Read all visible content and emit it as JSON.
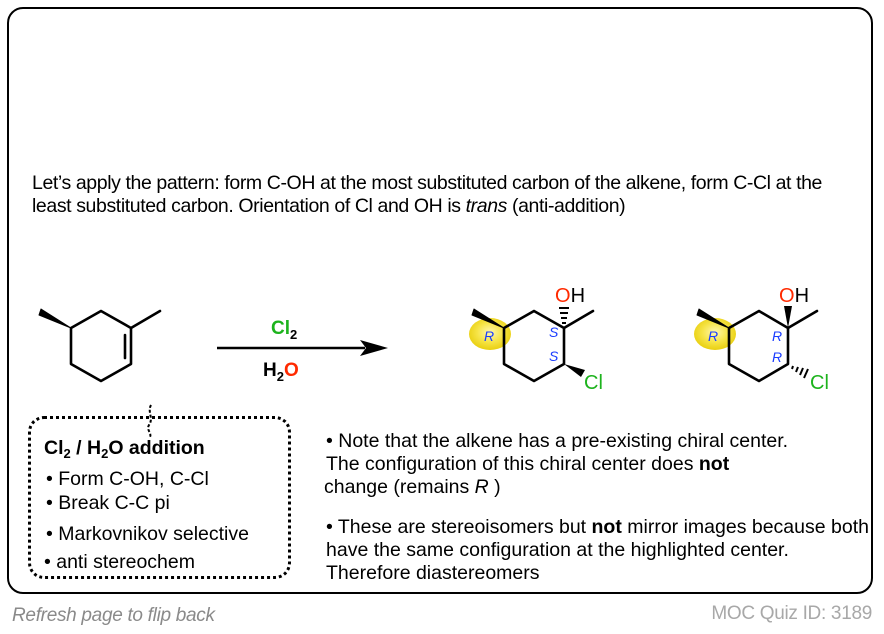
{
  "intro": {
    "part1": "Let’s apply the pattern: form C-OH at the most substituted carbon of the alkene, form C-Cl at the least substituted carbon. Orientation of Cl and OH is ",
    "emphasis": "trans",
    "part2": " (anti-addition)"
  },
  "reaction": {
    "reagent_top": "Cl",
    "reagent_top_sub": "2",
    "reagent_bottom_h": "H",
    "reagent_bottom_sub": "2",
    "reagent_bottom_o": "O",
    "colors": {
      "chlorine": "#1db31d",
      "oxygen": "#ff2a00",
      "stereo_label": "#1a3cff",
      "highlight": "#f4df2c"
    }
  },
  "product1": {
    "oh_o": "O",
    "oh_h": "H",
    "cl": "Cl",
    "highlight_label": "R",
    "c_oh_label": "S",
    "c_cl_label": "S"
  },
  "product2": {
    "oh_o": "O",
    "oh_h": "H",
    "cl": "Cl",
    "highlight_label": "R",
    "c_oh_label": "R",
    "c_cl_label": "R"
  },
  "summary_box": {
    "title_cl": "Cl",
    "title_sub1": "2",
    "title_mid": " / H",
    "title_sub2": "2",
    "title_end": "O addition",
    "items": [
      "• Form C-OH, C-Cl",
      "• Break C-C pi",
      "• Markovnikov selective",
      "• anti stereochem"
    ]
  },
  "notes": {
    "note1_a": "• Note that the alkene has a pre-existing chiral center.",
    "note1_b": " The configuration of this chiral center does ",
    "note1_bold": "not",
    "note1_c": " change (remains ",
    "note1_italic": "R",
    "note1_d": " )",
    "note2_a": "• These are stereoisomers but ",
    "note2_bold": "not",
    "note2_b": " mirror images because both have the same configuration at the highlighted center. Therefore diastereomers"
  },
  "footer": {
    "left": "Refresh page to flip back",
    "right": "MOC Quiz ID: 3189"
  }
}
